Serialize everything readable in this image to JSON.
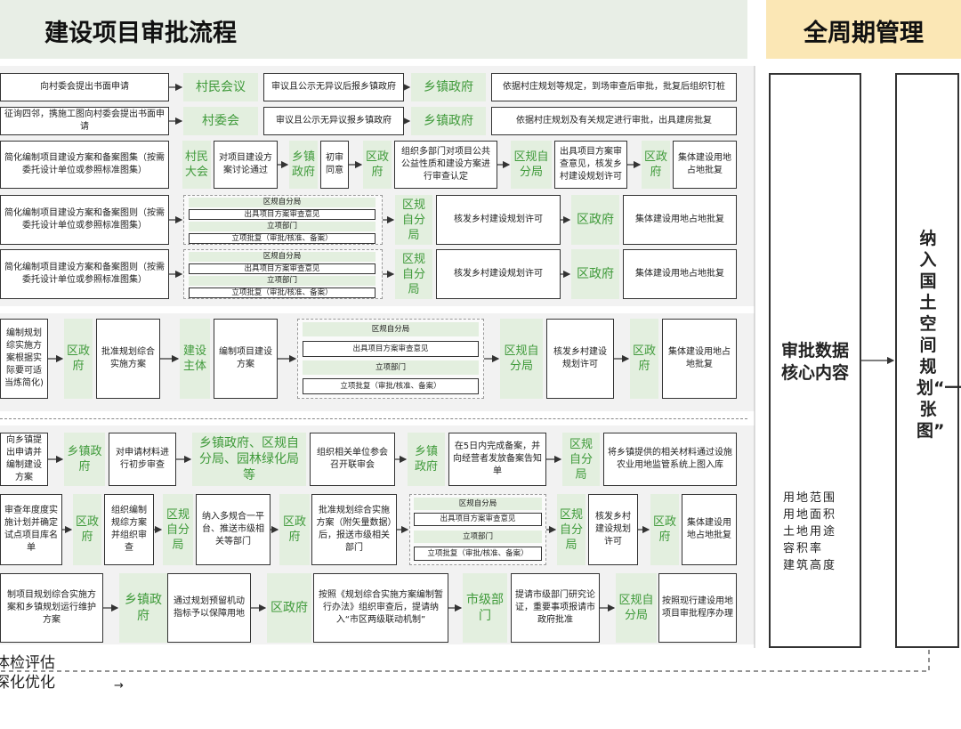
{
  "header": {
    "left_title": "建设项目审批流程",
    "right_title": "全周期管理",
    "left_bg": "#e8eee6",
    "right_bg": "#fbe7b5"
  },
  "rows": {
    "r1": [
      "向村委会提出书面申请",
      "村民会议",
      "审议且公示无异议后报乡镇政府",
      "乡镇政府",
      "依据村庄规划等规定，到场审查后审批，批复后组织钉桩"
    ],
    "r2": [
      "征询四邻，携施工图向村委会提出书面申请",
      "村委会",
      "审议且公示无异议报乡镇政府",
      "乡镇政府",
      "依据村庄规划及有关规定进行审批，出具建房批复"
    ],
    "r3": [
      "简化编制项目建设方案和备案图集（按需委托设计单位或参照标准图集）",
      "村民大会",
      "对项目建设方案讨论通过",
      "乡镇政府",
      "初审同意",
      "区政府",
      "组织多部门对项目公共公益性质和建设方案进行审查认定",
      "区规自分局",
      "出具项目方案审查意见，核发乡村建设规划许可",
      "区政府",
      "集体建设用地占地批复"
    ],
    "r4": [
      "简化编制项目建设方案和备案图则（按需委托设计单位或参照标准图集）",
      "区规自分局",
      "核发乡村建设规划许可",
      "区政府",
      "集体建设用地占地批复"
    ],
    "r5": [
      "简化编制项目建设方案和备案图则（按需委托设计单位或参照标准图集）",
      "区规自分局",
      "核发乡村建设规划许可",
      "区政府",
      "集体建设用地占地批复"
    ],
    "r6": [
      "编制规划综实施方案根据实际要可适当炼简化)",
      "区政府",
      "批准规划综合实施方案",
      "建设主体",
      "编制项目建设方案",
      "区规自分局",
      "核发乡村建设规划许可",
      "区政府",
      "集体建设用地占地批复"
    ],
    "r7": [
      "向乡镇提出申请并编制建设方案",
      "乡镇政府",
      "对申请材料进行初步审查",
      "乡镇政府、区规自分局、园林绿化局等",
      "组织相关单位参会召开联审会",
      "乡镇政府",
      "在5日内完成备案，并向经营者发放备案告知单",
      "区规自分局",
      "将乡镇提供的相关材料通过设施农业用地监管系统上图入库"
    ],
    "r8": [
      "审查年度度实施计划并确定试点项目库名单",
      "区政府",
      "组织编制规综方案并组织审查",
      "区规自分局",
      "纳入多规合一平台、推送市级相关等部门",
      "区政府",
      "批准规划综合实施方案（附矢量数据）后，报送市级相关部门",
      "区规自分局",
      "核发乡村建设规划许可",
      "区政府",
      "集体建设用地占地批复"
    ],
    "r9": [
      "制项目规划综合实施方案和乡镇规划运行维护方案",
      "乡镇政府",
      "通过规划预留机动指标予以保障用地",
      "区政府",
      "按照《规划综合实施方案编制暂行办法》组织审查后，提请纳入“市区两级联动机制”",
      "市级部门",
      "提请市级部门研究论证，重要事项报请市政府批准",
      "区规自分局",
      "按照现行建设用地项目审批程序办理"
    ]
  },
  "sublist": {
    "head": "区规自分局",
    "items": [
      "出具项目方案审查意见",
      "立项部门",
      "立项批复（审批/核准、备案）"
    ]
  },
  "core": {
    "title": "审批数据核心内容",
    "items": [
      "用地范围",
      "用地面积",
      "土地用途",
      "容积率",
      "建筑高度"
    ]
  },
  "plan": {
    "text": "纳入国土空间规划“一张图”"
  },
  "footer": {
    "line1": "体检评估",
    "line2": "深化优化",
    "arrow": "→"
  },
  "colors": {
    "green_fill": "#e3efdf",
    "green_text": "#3f9a3a",
    "band": "#f2f2f2",
    "border": "#333333"
  }
}
